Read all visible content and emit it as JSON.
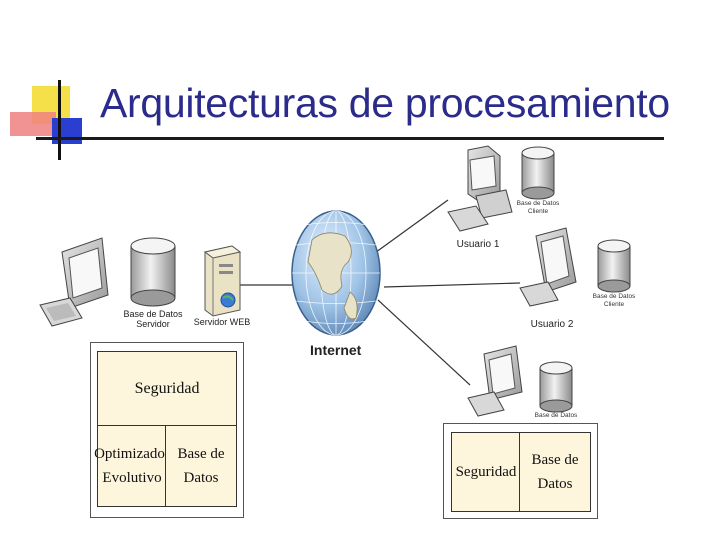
{
  "slide": {
    "title": "Arquitecturas de procesamiento"
  },
  "diagram": {
    "server_side": {
      "db_label": "Base de Datos Servidor",
      "web_label": "Servidor WEB"
    },
    "internet_label": "Internet",
    "clients": [
      {
        "user_label": "Usuario 1",
        "db_label": "Base de Datos Cliente"
      },
      {
        "user_label": "Usuario 2",
        "db_label": "Base de Datos Cliente"
      },
      {
        "db_label": "Base de Datos"
      }
    ],
    "server_box": {
      "top": "Seguridad",
      "left": "Optimizador Evolutivo",
      "right": "Base de Datos"
    },
    "client_box": {
      "left": "Seguridad",
      "right": "Base de Datos"
    },
    "colors": {
      "title": "#2b2b8c",
      "cell_fill": "#fdf6dc",
      "globe_ocean": "#9ec3e6",
      "globe_land": "#e8e2c8"
    }
  }
}
